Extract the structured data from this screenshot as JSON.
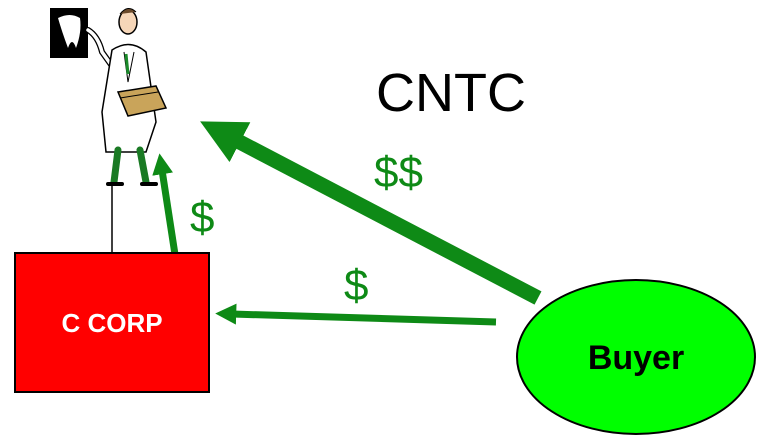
{
  "title": "CNTC",
  "flows": {
    "buyer_to_doctor_label": "$$",
    "corp_to_doctor_label": "$",
    "buyer_to_corp_label": "$"
  },
  "entities": {
    "corp_label": "C CORP",
    "buyer_label": "Buyer"
  },
  "colors": {
    "arrow_green": "#0e8a16",
    "corp_red": "#ff0000",
    "buyer_green": "#00ff00",
    "outline": "#000000"
  }
}
